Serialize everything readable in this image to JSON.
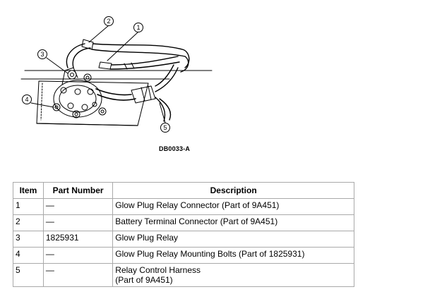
{
  "figure": {
    "id_label": "DB0033-A",
    "callouts": [
      "1",
      "2",
      "3",
      "4",
      "5"
    ]
  },
  "table": {
    "headers": [
      "Item",
      "Part Number",
      "Description"
    ],
    "rows": [
      {
        "item": "1",
        "part_number": "—",
        "description": [
          "Glow Plug Relay Connector (Part of 9A451)"
        ]
      },
      {
        "item": "2",
        "part_number": "—",
        "description": [
          "Battery Terminal Connector (Part of 9A451)"
        ]
      },
      {
        "item": "3",
        "part_number": "1825931",
        "description": [
          "Glow Plug Relay"
        ]
      },
      {
        "item": "4",
        "part_number": "—",
        "description": [
          "Glow Plug Relay Mounting Bolts (Part of 1825931)"
        ]
      },
      {
        "item": "5",
        "part_number": "—",
        "description": [
          "Relay Control Harness",
          "(Part of 9A451)"
        ]
      }
    ]
  }
}
